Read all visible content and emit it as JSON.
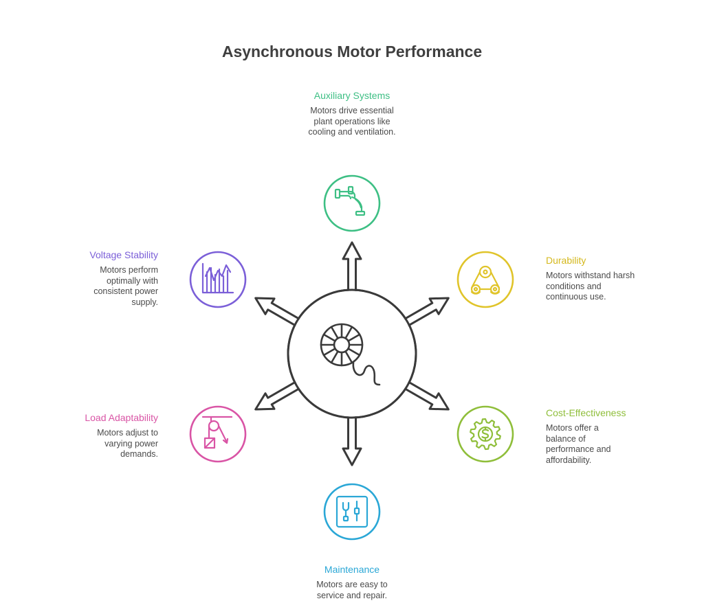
{
  "title": "Asynchronous Motor Performance",
  "colors": {
    "auxiliary": "#3dbf84",
    "durability": "#e0c42a",
    "cost": "#8fbe3a",
    "maintenance": "#2aa7d6",
    "load": "#d954a5",
    "voltage": "#7b5fd8",
    "hub": "#3a3a3a"
  },
  "items": [
    {
      "key": "auxiliary",
      "title": "Auxiliary Systems",
      "desc": "Motors drive essential plant operations like cooling and ventilation.",
      "icon": "pipe-icon"
    },
    {
      "key": "durability",
      "title": "Durability",
      "desc": "Motors withstand harsh conditions and continuous use.",
      "icon": "belt-gear-icon"
    },
    {
      "key": "cost",
      "title": "Cost-Effectiveness",
      "desc": "Motors offer a balance of performance and affordability.",
      "icon": "dollar-gear-icon"
    },
    {
      "key": "maintenance",
      "title": "Maintenance",
      "desc": "Motors are easy to service and repair.",
      "icon": "wrench-panel-icon"
    },
    {
      "key": "load",
      "title": "Load Adaptability",
      "desc": "Motors adjust to varying power demands.",
      "icon": "pulley-load-icon"
    },
    {
      "key": "voltage",
      "title": "Voltage Stability",
      "desc": "Motors perform optimally with consistent power supply.",
      "icon": "voltage-chart-icon"
    }
  ],
  "hub_icon": "motor-coil-icon"
}
